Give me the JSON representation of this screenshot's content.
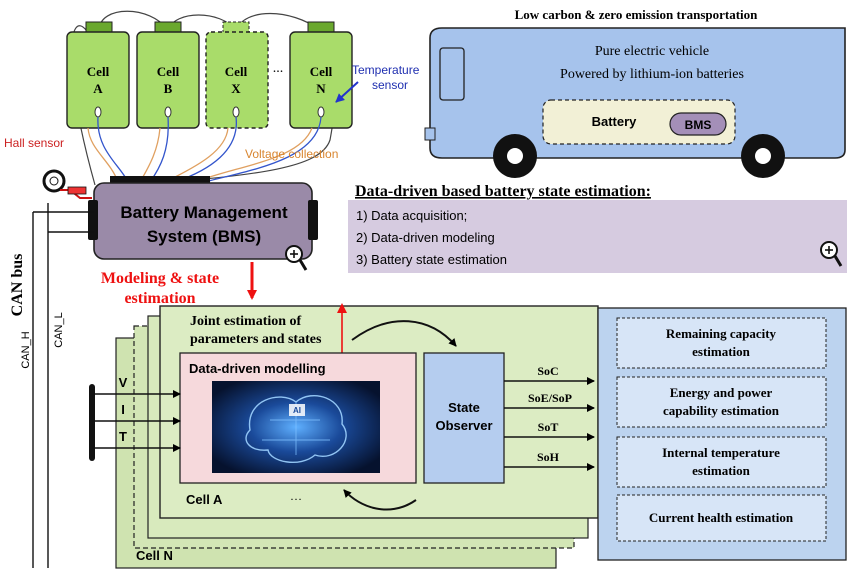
{
  "colors": {
    "cell_green": "#a9dc6a",
    "cell_green_light": "#c7e59a",
    "bus_blue": "#a6c3ec",
    "bms_purple": "#9a8aa8",
    "panel_lavender": "#d6cbe0",
    "panel_blue": "#bcd3ef",
    "pink": "#f6d9dc",
    "observer_blue": "#b5cdef",
    "red_arrow": "#ee1111",
    "orange_wire": "#e0a060",
    "blue_wire": "#3355cc"
  },
  "cells": [
    {
      "name": "Cell",
      "id": "A"
    },
    {
      "name": "Cell",
      "id": "B"
    },
    {
      "name": "Cell",
      "id": "X"
    },
    {
      "name": "Cell",
      "id": "N"
    }
  ],
  "cells_ellipsis": "...",
  "labels": {
    "temperature_sensor_line1": "Temperature",
    "temperature_sensor_line2": "sensor",
    "hall_sensor": "Hall sensor",
    "voltage_collection": "Voltage collection",
    "bms_line1": "Battery Management",
    "bms_line2": "System (BMS)",
    "can_bus": "CAN bus",
    "can_h": "CAN_H",
    "can_l": "CAN_L",
    "modeling_line1": "Modeling & state",
    "modeling_line2": "estimation"
  },
  "vehicle": {
    "title": "Low carbon & zero emission transportation",
    "line1": "Pure electric vehicle",
    "line2": "Powered by lithium-ion batteries",
    "battery": "Battery",
    "bms": "BMS"
  },
  "data_driven": {
    "title": "Data-driven based battery state estimation:",
    "steps": [
      "1) Data acquisition;",
      "2) Data-driven modeling",
      "3) Battery state estimation"
    ]
  },
  "joint": {
    "title_line1": "Joint estimation of",
    "title_line2": "parameters and states",
    "modelling": "Data-driven modelling",
    "ai_badge": "AI",
    "observer_line1": "State",
    "observer_line2": "Observer",
    "cell_a": "Cell A",
    "cell_n": "Cell N",
    "dots": "…"
  },
  "inputs": [
    "V",
    "I",
    "T"
  ],
  "outputs": [
    "SoC",
    "SoE/SoP",
    "SoT",
    "SoH"
  ],
  "estimations": [
    {
      "line1": "Remaining capacity",
      "line2": "estimation"
    },
    {
      "line1": "Energy and power",
      "line2": "capability estimation"
    },
    {
      "line1": "Internal temperature",
      "line2": "estimation"
    },
    {
      "line1": "Current health estimation",
      "line2": ""
    }
  ]
}
